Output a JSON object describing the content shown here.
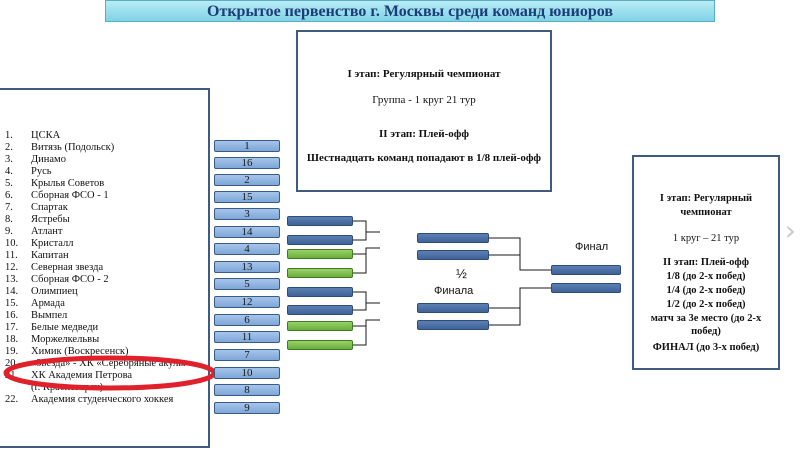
{
  "title": "Открытое первенство г. Москвы среди команд юниоров",
  "info_top": [
    "I этап: Регулярный чемпионат",
    "Группа - 1 круг 21 тур",
    "II этап: Плей-офф",
    "Шестнадцать команд попадают в 1/8  плей-офф"
  ],
  "info_right": [
    "I этап: Регулярный",
    "чемпионат",
    "1 круг – 21 тур",
    "II этап: Плей-офф",
    "1/8  (до 2-х побед)",
    "1/4 (до 2-х побед)",
    "1/2 (до 2-х побед)",
    "матч за 3е место  (до 2-х",
    "побед)",
    "ФИНАЛ (до 3-х побед)"
  ],
  "teams": [
    {
      "num": "1.",
      "name": "ЦСКА"
    },
    {
      "num": "2.",
      "name": "Витязь (Подольск)"
    },
    {
      "num": "3.",
      "name": "Динамо"
    },
    {
      "num": "4.",
      "name": "Русь"
    },
    {
      "num": "5.",
      "name": "Крылья Советов"
    },
    {
      "num": "6.",
      "name": "Сборная ФСО - 1"
    },
    {
      "num": "7.",
      "name": "Спартак"
    },
    {
      "num": "8.",
      "name": "Ястребы"
    },
    {
      "num": "9.",
      "name": "Атлант"
    },
    {
      "num": "10.",
      "name": "Кристалл"
    },
    {
      "num": "11.",
      "name": "Капитан"
    },
    {
      "num": "12.",
      "name": "Северная звезда"
    },
    {
      "num": "13.",
      "name": "Сборная ФСО - 2"
    },
    {
      "num": "14.",
      "name": "Олимпиец"
    },
    {
      "num": "15.",
      "name": "Армада"
    },
    {
      "num": "16.",
      "name": "Вымпел"
    },
    {
      "num": "17.",
      "name": "Белые медведи"
    },
    {
      "num": "18.",
      "name": "Моржелкельвы"
    },
    {
      "num": "19.",
      "name": "Химик (Воскресенск)"
    },
    {
      "num": "20.",
      "name": "«Звезда»   - ХК «Серебряные акулы»"
    },
    {
      "num": "21.",
      "name": "ХК Академия Петрова"
    },
    {
      "num": "",
      "name": "(г. Красногорск)"
    },
    {
      "num": "22.",
      "name": "Академия студенческого  хоккея"
    }
  ],
  "seeds": [
    "1",
    "16",
    "2",
    "15",
    "3",
    "14",
    "4",
    "13",
    "5",
    "12",
    "6",
    "11",
    "7",
    "10",
    "8",
    "9"
  ],
  "labels": {
    "half": "½",
    "semifinal": "Финала",
    "final": "Финал"
  },
  "colors": {
    "slot_blue": "#4a6ea4",
    "slot_green": "#7cbf4a",
    "highlight": "#e0202a"
  }
}
